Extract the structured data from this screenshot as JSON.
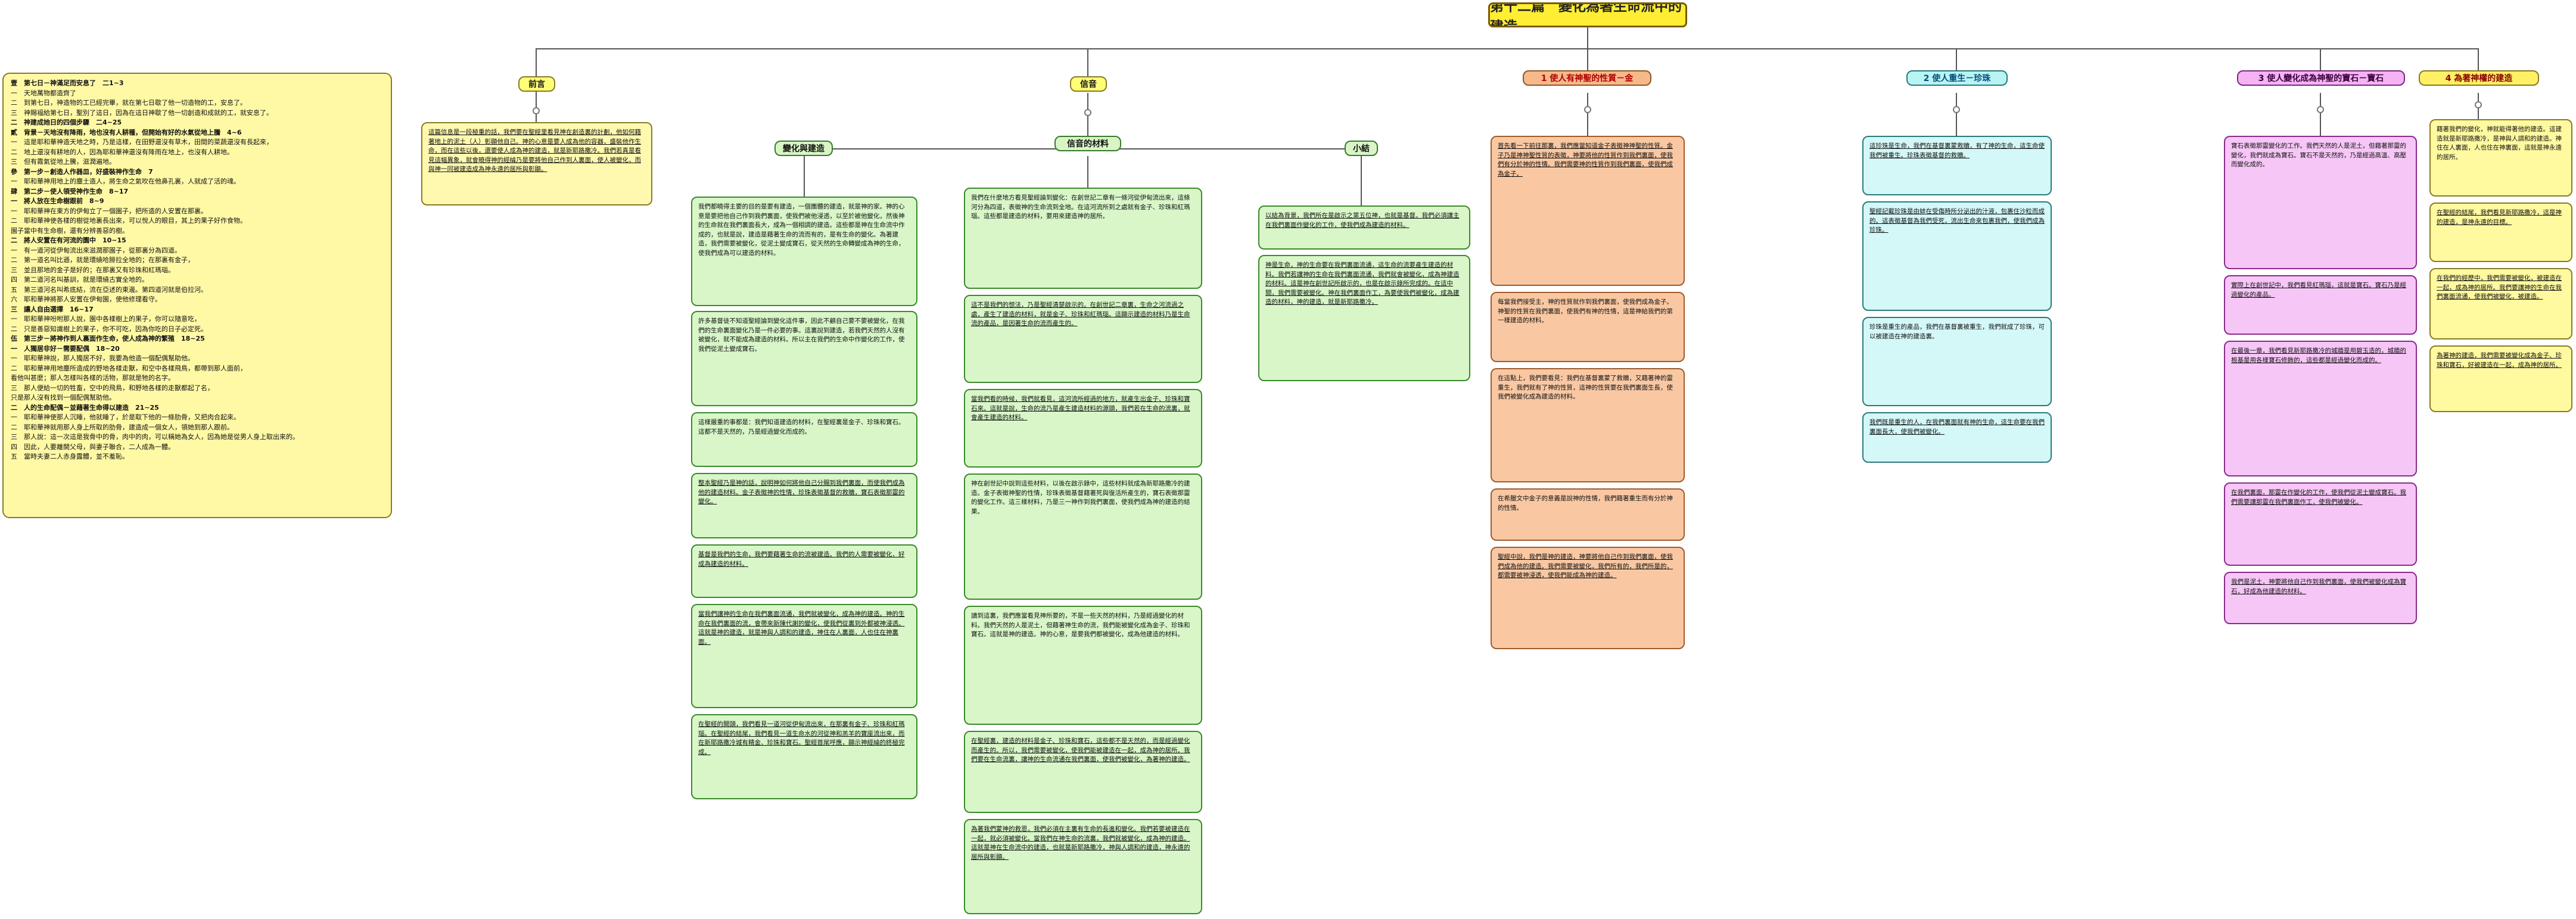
{
  "title": "第十二篇　變化為著生命流中的建造",
  "outline": [
    {
      "t": "壹　第七日－神滿足而安息了　二1~3",
      "b": true
    },
    {
      "t": "一　天地萬物都造齊了",
      "b": false
    },
    {
      "t": "二　到第七日，神造物的工已經完畢，就在第七日歇了他一切造物的工，安息了。",
      "b": false
    },
    {
      "t": "三　神賜福給第七日，聖別了這日，因為在這日神歇了他一切創造和成就的工，就安息了。",
      "b": false
    },
    {
      "t": "二　神建成她日的四個步驟　二4~25",
      "b": true
    },
    {
      "t": "貳　背景－天地沒有降雨，地也沒有人耕種，但開始有好的水氣從地上騰　4~6",
      "b": true
    },
    {
      "t": "一　這是耶和華神造天地之時，乃是這樣，在田野還沒有草木，田間的菜蔬還沒有長起來，",
      "b": false
    },
    {
      "t": "二　地上還沒有耕地的人，因為耶和華神還沒有降雨在地上，也沒有人耕地。",
      "b": false
    },
    {
      "t": "三　但有霧氣從地上騰，滋潤遍地。",
      "b": false
    },
    {
      "t": "參　第一步－創造人作器皿，好盛裝神作生命　7",
      "b": true
    },
    {
      "t": "一　耶和華神用地上的塵土造人，將生命之氣吹在他鼻孔裏，人就成了活的魂。",
      "b": false
    },
    {
      "t": "肆　第二步－使人領受神作生命　8~17",
      "b": true
    },
    {
      "t": "一　將人放在生命樹跟前　8~9",
      "b": true
    },
    {
      "t": "一　耶和華神在東方的伊甸立了一個園子，把所造的人安置在那裏。",
      "b": false
    },
    {
      "t": "二　耶和華神使各樣的樹從地裏長出來，可以悅人的眼目，其上的果子好作食物。",
      "b": false
    },
    {
      "t": "園子當中有生命樹，還有分辨善惡的樹。",
      "b": false
    },
    {
      "t": "二　將人安置在有河流的園中　10~15",
      "b": true
    },
    {
      "t": "一　有一道河從伊甸流出來滋潤那園子，從那裏分為四道。",
      "b": false
    },
    {
      "t": "二　第一道名叫比遜，就是環繞哈腓拉全地的；在那裏有金子，",
      "b": false
    },
    {
      "t": "三　並且那地的金子是好的；在那裏又有珍珠和紅瑪瑙。",
      "b": false
    },
    {
      "t": "四　第二道河名叫基訓，就是環繞古實全地的。",
      "b": false
    },
    {
      "t": "五　第三道河名叫希底結，流在亞述的東邊。第四道河就是伯拉河。",
      "b": false
    },
    {
      "t": "六　耶和華神將那人安置在伊甸園，使他修理看守。",
      "b": false
    },
    {
      "t": "三　讓人自由選擇　16~17",
      "b": true
    },
    {
      "t": "一　耶和華神吩咐那人說，園中各樣樹上的果子，你可以隨意吃，",
      "b": false
    },
    {
      "t": "二　只是善惡知識樹上的果子，你不可吃，因為你吃的日子必定死。",
      "b": false
    },
    {
      "t": "伍　第三步－將神作到人裏面作生命，使人成為神的繁殖　18~25",
      "b": true
    },
    {
      "t": "一　人獨居非好－需要配偶　18~20",
      "b": true
    },
    {
      "t": "一　耶和華神說，那人獨居不好，我要為他造一個配偶幫助他。",
      "b": false
    },
    {
      "t": "二　耶和華神用地塵所造成的野地各樣走獸，和空中各樣飛鳥，都帶到那人面前，",
      "b": false
    },
    {
      "t": "看他叫甚麼；那人怎樣叫各樣的活物，那就是牠的名字。",
      "b": false
    },
    {
      "t": "三　那人便給一切的牲畜，空中的飛鳥，和野地各樣的走獸都起了名，",
      "b": false
    },
    {
      "t": "只是那人沒有找到一個配偶幫助他。",
      "b": false
    },
    {
      "t": "二　人的生命配偶－並藉著生命得以建造　21~25",
      "b": true
    },
    {
      "t": "一　耶和華神使那人沉睡，他就睡了，於是取下他的一條肋骨，又把肉合起來。",
      "b": false
    },
    {
      "t": "二　耶和華神就用那人身上所取的肋骨，建造成一個女人，領她到那人跟前。",
      "b": false
    },
    {
      "t": "三　那人說：這一次這是我骨中的骨，肉中的肉，可以稱她為女人，因為她是從男人身上取出來的。",
      "b": false
    },
    {
      "t": "四　因此，人要離開父母，與妻子聯合，二人成為一體。",
      "b": false
    },
    {
      "t": "五　當時夫妻二人赤身露體，並不羞恥。",
      "b": false
    }
  ],
  "categories": {
    "qianyan": "前言",
    "xinyin": "信音",
    "bianhua": "變化與建造",
    "xinyin_cailiao": "信音的材料",
    "xiaojie": "小結",
    "c1": "1 使人有神聖的性質－金",
    "c2": "2 使人重生－珍珠",
    "c3": "3 使人變化成為神聖的寶石－寶石",
    "c4": "4 為著神權的建造"
  },
  "blocks": {
    "qianyan": "這篇信息是一段極重的話，我們要在聖經里看見神在創造裏的計劃，他如何藉著地上的泥土（人）彰顯他自己。神的心意是要人成為他的容器，盛裝他作生命，而在這些以後，還要使人成為神的建造，就是新耶路撒冷。我們若真是看見這幅異象，就會曉得神的經綸乃是要將他自己作到人裏面，使人被變化，而與神一同被建造成為神永遠的居所與彰顯。",
    "b1": "我們都曉得主要的目的是要有建造，一個團體的建造，就是神的家。神的心意是要把他自己作到我們裏面，使我們被他浸透，以至於被他變化，然後神的生命就在我們裏面長大，成為一個相調的建造。這些都是神在生命流中作成的，也就是說，建造是藉著生命的流而有的，是有生命的變化。為著建造，我們需要被變化，從泥土變成寶石，從天然的生命轉變成為神的生命，使我們成為可以建造的材料。",
    "b2": "許多基督徒不知道聖經論到變化這件事，因此不顧自己要不要被變化，在我們的生命裏面變化乃是一件必要的事。這裏說到建造，若我們天然的人沒有被變化，就不能成為建造的材料。所以主在我們的生命中作變化的工作，使我們從泥土變成寶石。",
    "b3": "這樣嚴重的事都是：我們知道建造的材料，在聖經裏是金子、珍珠和寶石。這都不是天然的，乃是經過變化而成的。",
    "b4": "整本聖經乃是神的話，說明神如何將他自己分賜到我們裏面，而使我們成為他的建造材料。金子表徵神的性情，珍珠表徵基督的救贖，寶石表徵那靈的變化。",
    "b5": "基督是我們的生命，我們要藉著生命的流被建造。我們的人需要被變化，好成為建造的材料。",
    "b6": "當我們讓神的生命在我們裏面流通，我們就被變化，成為神的建造。神的生命在我們裏面的流，會帶來新陳代謝的變化，使我們從裏到外都被神浸透。這就是神的建造，就是神與人調和的建造，神住在人裏面，人也住在神裏面。",
    "b7": "在聖經的開頭，我們看見一道河從伊甸流出來，在那裏有金子、珍珠和紅瑪瑙。在聖經的結尾，我們看見一道生命水的河從神和羔羊的寶座流出來，而在新耶路撒冷城有精金、珍珠和寶石。聖經首尾呼應，顯示神經綸的終極完成。",
    "m1": "我們在什麼地方看見聖經論到變化：在創世記二章有一條河從伊甸流出來，這條河分為四道，表徵神的生命流到全地。在這河流所到之處就有金子、珍珠和紅瑪瑙。這些都是建造的材料，要用來建造神的居所。",
    "m2": "這不是我們的想法，乃是聖經清楚啟示的。在創世記二章裏，生命之河流過之處，產生了建造的材料，就是金子、珍珠和紅瑪瑙。這顯示建造的材料乃是生命流的產品，是因著生命的流而產生的。",
    "m3": "當我們看的時候，我們就看見，這河流所經過的地方，就產生出金子、珍珠和寶石來。這就是說，生命的流乃是產生建造材料的源頭，我們若在生命的流裏，就會產生建造的材料。",
    "m4": "神在創世記中說到這些材料，以後在啟示錄中，這些材料就成為新耶路撒冷的建造。金子表徵神聖的性情，珍珠表徵基督藉著死與復活所產生的，寶石表徵那靈的變化工作。這三樣材料，乃是三一神作到我們裏面，使我們成為神的建造的結果。",
    "m5": "讀到這裏，我們應當看見神所要的，不是一些天然的材料，乃是經過變化的材料。我們天然的人是泥土，但藉著神生命的流，我們能被變化成為金子、珍珠和寶石。這就是神的建造。神的心意，是要我們都被變化，成為他建造的材料。",
    "m6": "在聖經裏，建造的材料是金子、珍珠和寶石，這些都不是天然的，而是經過變化而產生的。所以，我們需要被變化，使我們能被建造在一起，成為神的居所。我們要在生命流裏，讓神的生命流通在我們裏面，使我們被變化，為著神的建造。",
    "m7": "為著我們蒙神的救恩，我們必須在主裏有生命的長進和變化。我們若要被建造在一起，就必須被變化。當我們在神生命的流裏，我們就被變化，成為神的建造。這就是神在生命流中的建造，也就是新耶路撒冷，神與人調和的建造，神永遠的居所與彰顯。",
    "s1": "以結為背景，我們所在是啟示之第五位神，也就是基督。我們必須讓主在我們裏面作變化的工作，使我們成為建造的材料。",
    "s2": "神是生命，神的生命要在我們裏面流通，這生命的流要產生建造的材料。我們若讓神的生命在我們裏面流通，我們就會被變化，成為神建造的材料。這是神在創世記所啟示的，也是在啟示錄所完成的。在這中間，我們需要被變化。神在我們裏面作工，為要使我們被變化，成為建造的材料，神的建造，就是新耶路撒冷。",
    "c1a": "首先看一下前往那裏，我們應當知道金子表徵神神聖的性質。金子乃是神神聖性質的表徵，神要將他的性質作到我們裏面，使我們有分於神的性情。我們需要神的性質作到我們裏面，使我們成為金子。",
    "c1b": "每當我們接受主，神的性質就作到我們裏面，使我們成為金子。神聖的性質在我們裏面，使我們有神的性情，這是神給我們的第一樣建造的材料。",
    "c1c": "在這點上，我們要看見：我們在基督裏蒙了救贖，又藉著神的靈重生，我們就有了神的性質，這神的性質要在我們裏面生長，使我們被變化成為建造的材料。",
    "c1d": "在希臘文中金子的意義是說神的性情，我們藉著重生而有分於神的性情。",
    "c1e": "聖經中說，我們是神的建造，神要將他自己作到我們裏面，使我們成為他的建造。我們需要被變化，我們所有的，我們所是的，都需要被神浸透，使我們能成為神的建造。",
    "c2a": "這珍珠是生命，我們在基督裏蒙救贖，有了神的生命，這生命使我們被重生。珍珠表徵基督的救贖。",
    "c2b": "聖經記載珍珠是由蚌在受傷時所分泌出的汁液，包裹住沙粒而成的。這表徵基督為我們受死，流出生命來包裹我們，使我們成為珍珠。",
    "c2c": "珍珠是重生的產品，我們在基督裏被重生，我們就成了珍珠，可以被建造在神的建造裏。",
    "c2d": "我們既是重生的人，在我們裏面就有神的生命，這生命要在我們裏面長大，使我們被變化。",
    "c3a": "寶石表徵那靈變化的工作。我們天然的人是泥土，但藉著那靈的變化，我們就成為寶石。寶石不是天然的，乃是經過高溫、高壓而變化成的。",
    "c3b": "實際上在創世記中，我們看見紅瑪瑙，這就是寶石。寶石乃是經過變化的產品。",
    "c3c": "在最後一章，我們看見新耶路撒冷的城牆是用碧玉造的，城牆的根基是用各樣寶石修飾的，這些都是經過變化而成的。",
    "c3d": "在我們裏面，那靈在作變化的工作，使我們從泥土變成寶石。我們需要讓那靈在我們裏面作工，使我們被變化。",
    "c3e": "我們是泥土，神要將他自己作到我們裏面，使我們被變化成為寶石，好成為他建造的材料。",
    "c4a": "藉著我們的變化，神就能得著他的建造。這建造就是新耶路撒冷，是神與人調和的建造。神住在人裏面，人也住在神裏面，這就是神永遠的居所。",
    "c4b": "在聖經的結尾，我們看見新耶路撒冷，這是神的建造，是神永遠的目標。",
    "c4c": "在我們的經歷中，我們需要被變化，被建造在一起，成為神的居所。我們要讓神的生命在我們裏面流通，使我們被變化，被建造。",
    "c4d": "為著神的建造，我們需要被變化成為金子、珍珠和寶石，好被建造在一起，成為神的居所。"
  }
}
